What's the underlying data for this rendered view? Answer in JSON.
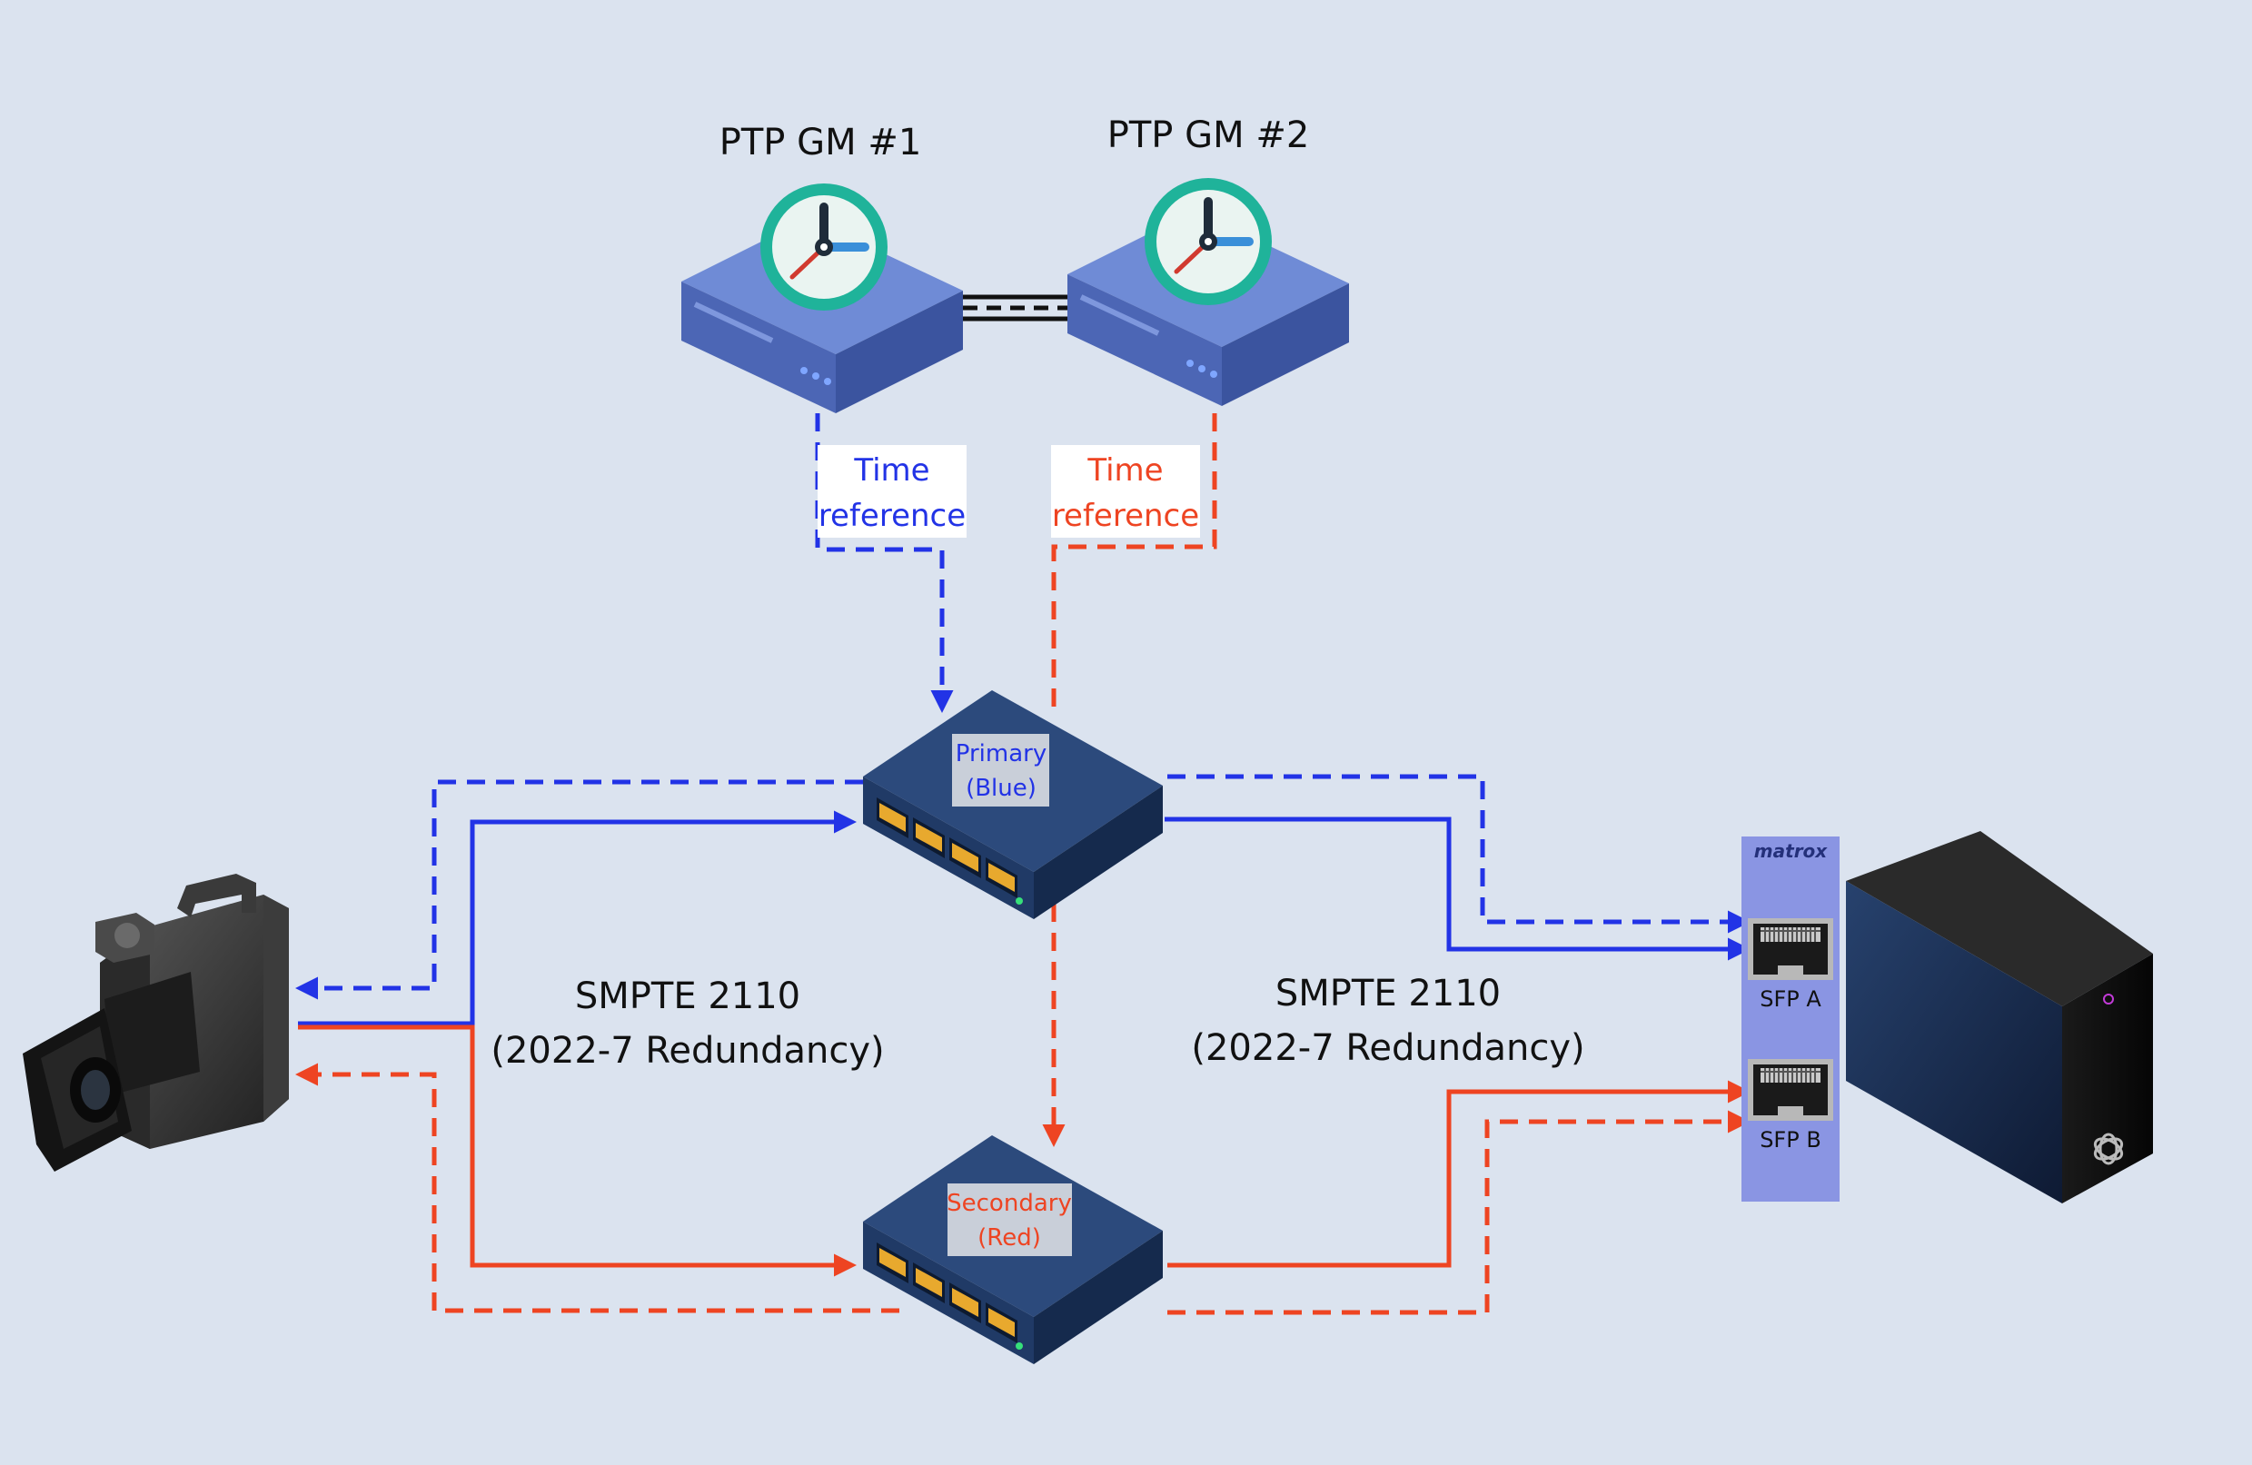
{
  "colors": {
    "background": "#dbe3ef",
    "primary_blue": "#2233e6",
    "secondary_red": "#ee4422",
    "device_body": "#5b77c7",
    "switch_body": "#1e3a66",
    "card": "#8a95e3",
    "text": "#111111"
  },
  "ptp": {
    "gm1_label": "PTP GM #1",
    "gm2_label": "PTP GM #2"
  },
  "time_reference": {
    "blue_line1": "Time",
    "blue_line2": "reference",
    "red_line1": "Time",
    "red_line2": "reference"
  },
  "switches": {
    "primary_line1": "Primary",
    "primary_line2": "(Blue)",
    "secondary_line1": "Secondary",
    "secondary_line2": "(Red)"
  },
  "links": {
    "left_line1": "SMPTE 2110",
    "left_line2": "(2022-7 Redundancy)",
    "right_line1": "SMPTE 2110",
    "right_line2": "(2022-7 Redundancy)"
  },
  "card": {
    "brand": "matrox",
    "port_a": "SFP A",
    "port_b": "SFP B"
  },
  "icons": [
    "clock-icon",
    "camera-icon",
    "network-switch-icon",
    "server-icon",
    "rj45-port-icon"
  ]
}
